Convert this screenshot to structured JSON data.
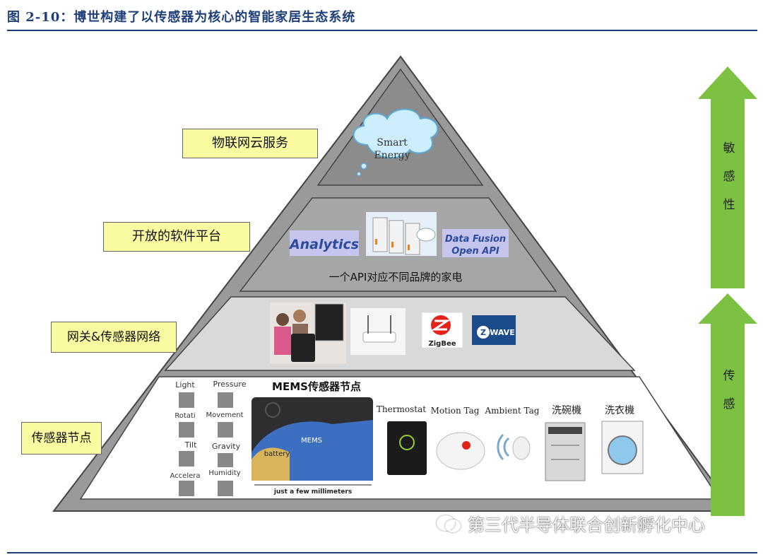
{
  "figure_title": "图 2-10：博世构建了以传感器为核心的智能家居生态系统",
  "layers": {
    "cloud": {
      "label": "物联网云服务",
      "bubble_line1": "Smart",
      "bubble_line2": "Energy"
    },
    "software": {
      "label": "开放的软件平台",
      "analytics": "Analytics",
      "datafusion_line1": "Data Fusion",
      "datafusion_line2": "Open API",
      "caption": "一个API对应不同品牌的家电"
    },
    "gateway": {
      "label": "网关&传感器网络",
      "zigbee": "ZigBee",
      "zwave": "WAVE"
    },
    "sensor": {
      "label": "传感器节点",
      "sensors": [
        "Light",
        "Pressure",
        "Rotati",
        "Movement",
        "Tilt",
        "Gravity",
        "Accelera",
        "Humidity"
      ],
      "mems_title": "MEMS传感器节点",
      "mems_chip": "MEMS",
      "battery": "battery",
      "mems_caption": "just a few millimeters",
      "devices": [
        "Thermostat",
        "Motion Tag",
        "Ambient Tag",
        "洗碗機",
        "洗衣機"
      ]
    }
  },
  "arrows": {
    "top": "敏感性",
    "bottom": "传感"
  },
  "watermark": "第三代半导体联合创新孵化中心",
  "colors": {
    "title": "#1f3f7a",
    "label_bg": "#fafaa0",
    "arrow": "#7cc142",
    "tier_top": "#8c8c8c",
    "tier_mid": "#a6a6a6",
    "tier_gw": "#d9d9d9",
    "tier_base": "#ffffff"
  }
}
